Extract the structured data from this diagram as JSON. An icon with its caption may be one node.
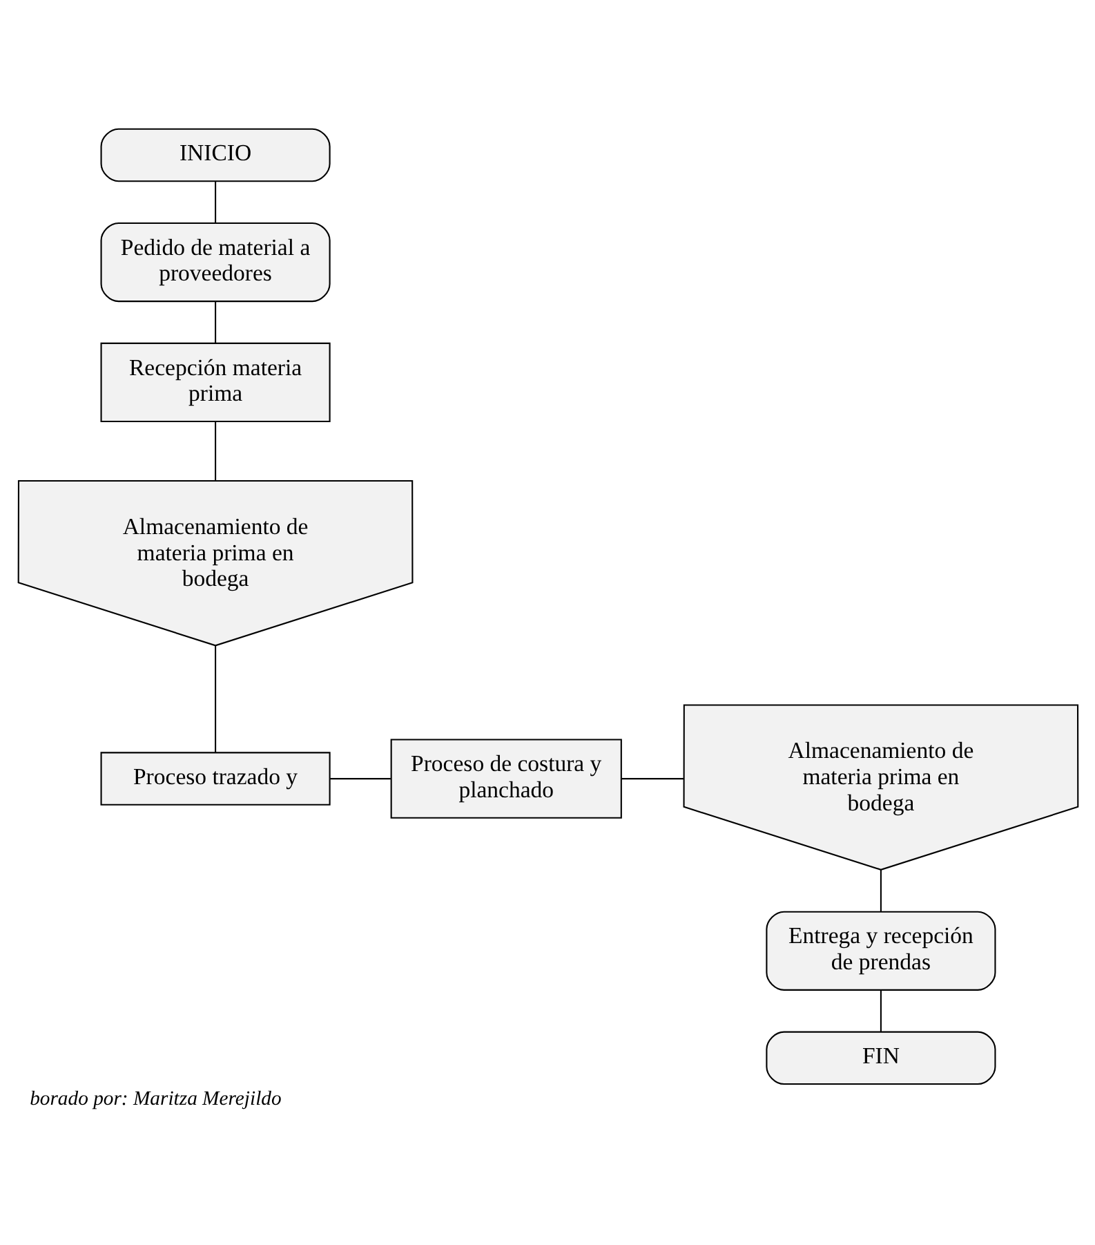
{
  "diagram": {
    "caption": "borado por: Maritza Merejildo",
    "nodes": [
      {
        "text": [
          "INICIO"
        ]
      },
      {
        "text": [
          "Pedido de material a proveedores"
        ]
      },
      {
        "text": [
          "Recepción materia prima"
        ]
      },
      {
        "text": [
          "Almacenamiento de materia prima en bodega"
        ]
      },
      {
        "text": [
          "Proceso trazado y"
        ]
      },
      {
        "text": [
          "Proceso de costura y planchado"
        ]
      },
      {
        "text": [
          "Almacenamiento de materia prima en bodega"
        ]
      },
      {
        "text": [
          "Entrega y recepción de prendas"
        ]
      },
      {
        "text": [
          "FIN"
        ]
      }
    ],
    "edges": [
      {
        "from": 0,
        "to": 1,
        "arrow": "none"
      },
      {
        "from": 1,
        "to": 2,
        "arrow": "none"
      },
      {
        "from": 2,
        "to": 3,
        "arrow": "none"
      },
      {
        "from": 3,
        "to": 4,
        "arrow": "none"
      },
      {
        "from": 4,
        "to": 5,
        "arrow": "none"
      },
      {
        "from": 5,
        "to": 6,
        "arrow": "none"
      },
      {
        "from": 6,
        "to": 7,
        "arrow": "none"
      },
      {
        "from": 7,
        "to": 8,
        "arrow": "none"
      }
    ]
  }
}
